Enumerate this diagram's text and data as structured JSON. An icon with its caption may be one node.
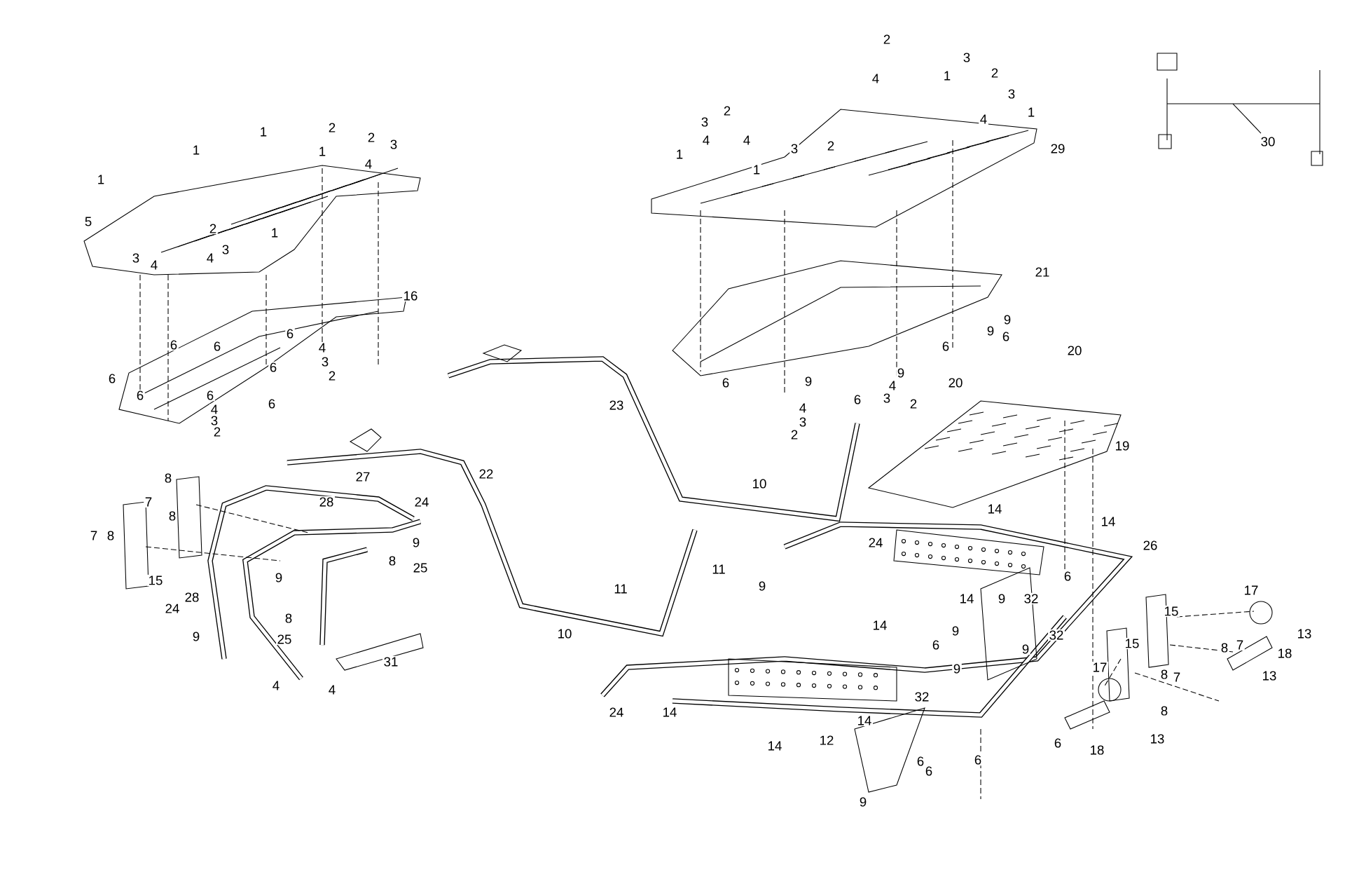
{
  "diagram": {
    "labels": [
      "1",
      "1",
      "2",
      "1",
      "2",
      "3",
      "4",
      "1",
      "5",
      "2",
      "1",
      "3",
      "3",
      "4",
      "4",
      "16",
      "6",
      "6",
      "6",
      "4",
      "3",
      "6",
      "6",
      "2",
      "6",
      "6",
      "6",
      "4",
      "3",
      "2",
      "2",
      "3",
      "4",
      "1",
      "2",
      "3",
      "1",
      "4",
      "2",
      "3",
      "4",
      "4",
      "3",
      "2",
      "1",
      "1",
      "29",
      "21",
      "9",
      "9",
      "6",
      "6",
      "20",
      "6",
      "9",
      "4",
      "20",
      "9",
      "6",
      "3",
      "2",
      "4",
      "3",
      "2",
      "30",
      "27",
      "22",
      "8",
      "7",
      "28",
      "24",
      "8",
      "7",
      "8",
      "9",
      "8",
      "25",
      "15",
      "9",
      "28",
      "24",
      "8",
      "9",
      "25",
      "31",
      "4",
      "4",
      "23",
      "10",
      "11",
      "11",
      "9",
      "10",
      "24",
      "14",
      "14",
      "9",
      "32",
      "14",
      "9",
      "6",
      "9",
      "9",
      "32",
      "24",
      "14",
      "14",
      "12",
      "14",
      "6",
      "6",
      "6",
      "9",
      "19",
      "14",
      "26",
      "6",
      "17",
      "15",
      "32",
      "13",
      "15",
      "8",
      "7",
      "18",
      "17",
      "8",
      "7",
      "13",
      "8",
      "13",
      "6",
      "18"
    ]
  }
}
